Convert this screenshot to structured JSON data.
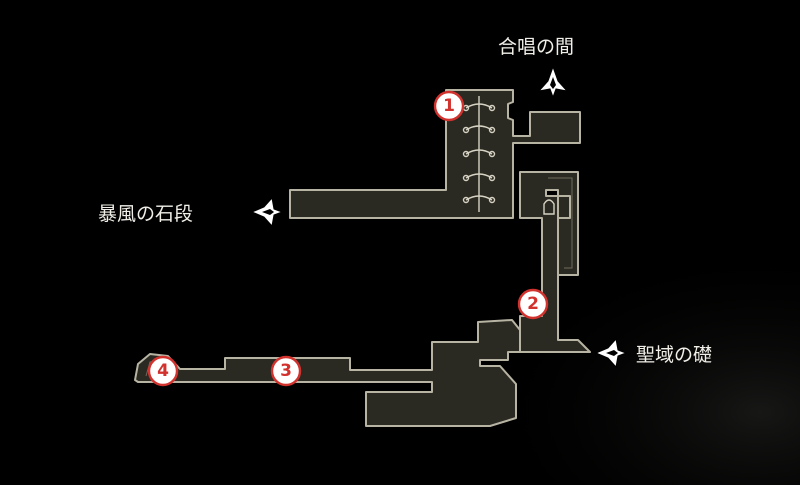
{
  "exits": {
    "north": {
      "label": "合唱の間",
      "icon": "exit-arrow-icon"
    },
    "west": {
      "label": "暴風の石段",
      "icon": "exit-arrow-icon"
    },
    "east": {
      "label": "聖域の礎",
      "icon": "exit-arrow-icon"
    }
  },
  "markers": [
    {
      "id": "marker-1",
      "label": "1"
    },
    {
      "id": "marker-2",
      "label": "2"
    },
    {
      "id": "marker-3",
      "label": "3"
    },
    {
      "id": "marker-4",
      "label": "4"
    }
  ],
  "colors": {
    "background": "#000000",
    "floor": "#2b2a22",
    "wall": "#b8b4a4",
    "marker_fill": "#ffffff",
    "marker_border": "#d2322e",
    "label": "#f1efe8"
  }
}
